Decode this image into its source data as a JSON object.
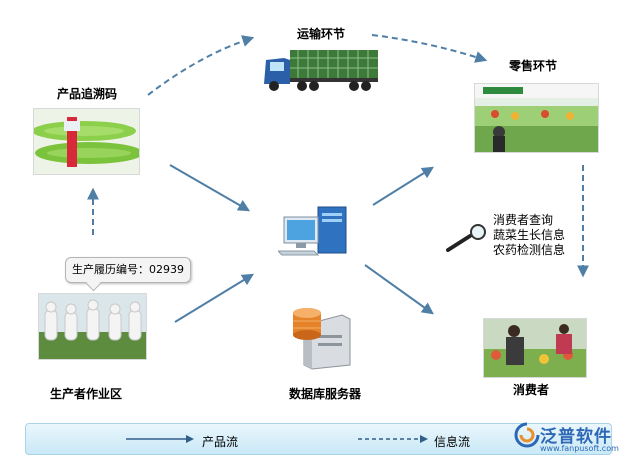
{
  "nodes": {
    "traceability_code": "产品追溯码",
    "transport": "运输环节",
    "retail": "零售环节",
    "producer": "生产者作业区",
    "database": "数据库服务器",
    "consumer": "消费者"
  },
  "bubble": "生产履历编号：02939",
  "query_info": [
    "消费者查询",
    "蔬菜生长信息",
    "农药检测信息"
  ],
  "legend": {
    "product_flow": "产品流",
    "info_flow": "信息流"
  },
  "logo": {
    "name": "泛普软件",
    "url": "www.fanpusoft.com"
  },
  "colors": {
    "arrow": "#4f7fa6",
    "legend_bg": "#cfeaf7",
    "brand": "#2d68b6"
  }
}
